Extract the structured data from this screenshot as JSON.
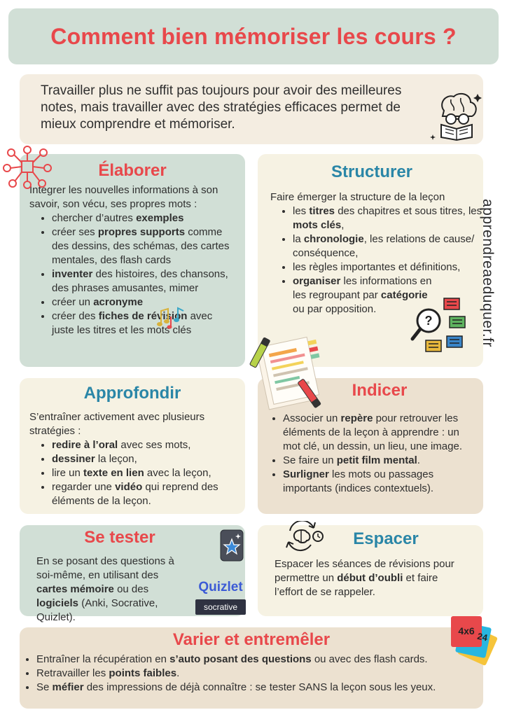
{
  "title": "Comment bien mémoriser les cours ?",
  "intro": "Travailler plus ne suffit pas toujours pour avoir des meilleures notes, mais travailler avec des stratégies efficaces permet de mieux comprendre et mémoriser.",
  "side_text": "apprendreaeduquer.fr",
  "elaborer": {
    "title": "Élaborer",
    "lead": "Intégrer les nouvelles informations à son savoir, son vécu, ses propres mots :",
    "items": [
      [
        "chercher d’autres ",
        "exemples",
        ""
      ],
      [
        "créer ses ",
        "propres supports",
        " comme des dessins, des schémas, des cartes mentales, des flash cards"
      ],
      [
        "",
        "inventer",
        " des histoires, des chansons, des phrases amusantes, mimer"
      ],
      [
        "créer un ",
        "acronyme",
        ""
      ],
      [
        "créer des ",
        "fiches de révision",
        " avec juste les titres et les mots clés"
      ]
    ]
  },
  "structurer": {
    "title": "Structurer",
    "lead": "Faire émerger la structure de la leçon",
    "items": [
      [
        "les ",
        "titres",
        " des chapitres et sous titres, les ",
        "mots clés",
        ","
      ],
      [
        "la ",
        "chronologie",
        ", les relations de cause/ conséquence,"
      ],
      [
        "les règles importantes et définitions,"
      ],
      [
        "",
        "organiser",
        " les informations en les regroupant par ",
        "catégorie",
        " ou par opposition."
      ]
    ]
  },
  "approfondir": {
    "title": "Approfondir",
    "lead": "S’entraîner activement avec plusieurs stratégies :",
    "items": [
      [
        "",
        "redire à l’oral",
        " avec ses mots,"
      ],
      [
        "",
        "dessiner",
        " la leçon,"
      ],
      [
        "lire un ",
        "texte en lien",
        " avec la leçon,"
      ],
      [
        "regarder une ",
        "vidéo",
        " qui reprend des éléments de la leçon."
      ]
    ]
  },
  "indicer": {
    "title": "Indicer",
    "items": [
      [
        "Associer un ",
        "repère",
        " pour retrouver les éléments de la leçon à apprendre : un mot clé, un dessin, un lieu, une image."
      ],
      [
        "Se faire un ",
        "petit film mental",
        "."
      ],
      [
        "",
        "Surligner",
        " les mots ou passages importants (indices contextuels)."
      ]
    ]
  },
  "se_tester": {
    "title": "Se tester",
    "text": [
      "En se posant des questions à soi-même, en utilisant des ",
      "cartes mémoire",
      " ou des ",
      "logiciels",
      " (Anki, Socrative, Quizlet)."
    ],
    "logo_quizlet": "Quizlet",
    "logo_socrative": "socrative"
  },
  "espacer": {
    "title": "Espacer",
    "text": [
      "Espacer les séances de révisions pour permettre un ",
      "début d’oubli",
      " et faire l’effort de se rappeler."
    ]
  },
  "varier": {
    "title": "Varier et entremêler",
    "items": [
      [
        "Entraîner la récupération en ",
        "s’auto posant des questions",
        " ou avec des flash cards."
      ],
      [
        "Retravailler les ",
        "points faibles",
        "."
      ],
      [
        "Se ",
        "méfier",
        " des impressions de déjà connaître : se tester SANS la leçon sous les yeux."
      ]
    ],
    "card_labels": [
      "4x6",
      "24"
    ]
  },
  "colors": {
    "title_red": "#e8484b",
    "heading_blue": "#2a86a7",
    "sage": "#d1dfd6",
    "cream": "#f4ede1",
    "ivory": "#f6f2e3",
    "tan": "#ece1d0"
  },
  "icons": [
    "mindmap-icon",
    "brain-reading-icon",
    "music-notes-icon",
    "magnifier-categories-icon",
    "highlighted-papers-icon",
    "star-app-icon",
    "brain-cycle-icon",
    "flash-cards-icon"
  ]
}
